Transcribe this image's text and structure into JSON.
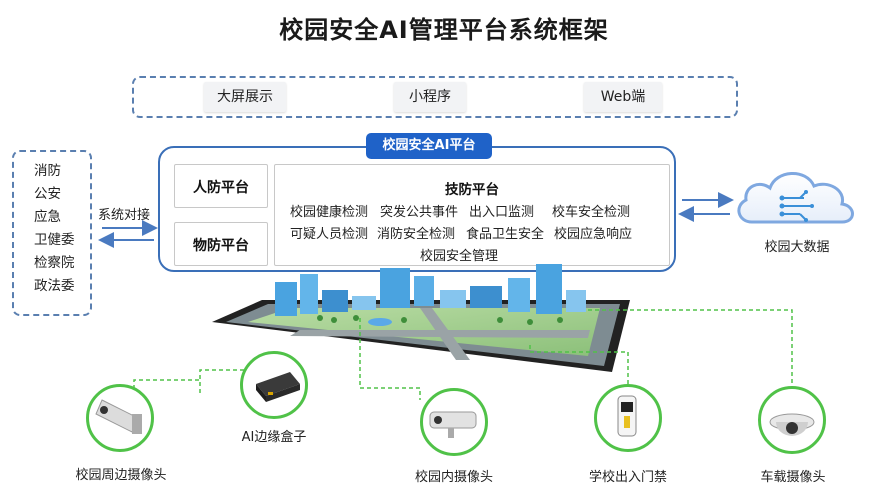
{
  "title": "校园安全AI管理平台系统框架",
  "display": {
    "items": [
      "大屏展示",
      "小程序",
      "Web端"
    ]
  },
  "departments": [
    "消防",
    "公安",
    "应急",
    "卫健委",
    "检察院",
    "政法委"
  ],
  "connection_label": "系统对接",
  "platform": {
    "name": "校园安全AI平台",
    "human_defense": "人防平台",
    "physical_defense": "物防平台",
    "tech_defense": {
      "title": "技防平台",
      "items": [
        "校园健康检测",
        "突发公共事件",
        "出入口监测",
        "校车安全检测",
        "可疑人员检测",
        "消防安全检测",
        "食品卫生安全",
        "校园应急响应",
        "校园安全管理"
      ]
    }
  },
  "big_data": "校园大数据",
  "devices": {
    "ai_box": "AI边缘盒子",
    "perimeter_camera": "校园周边摄像头",
    "campus_camera": "校园内摄像头",
    "gate_access": "学校出入门禁",
    "vehicle_camera": "车载摄像头"
  },
  "colors": {
    "accent_blue": "#1f62c8",
    "frame_blue": "#3a6fb8",
    "dash_blue": "#5a7fb0",
    "green": "#50c248",
    "cloud_blue": "#7fa8e0"
  }
}
